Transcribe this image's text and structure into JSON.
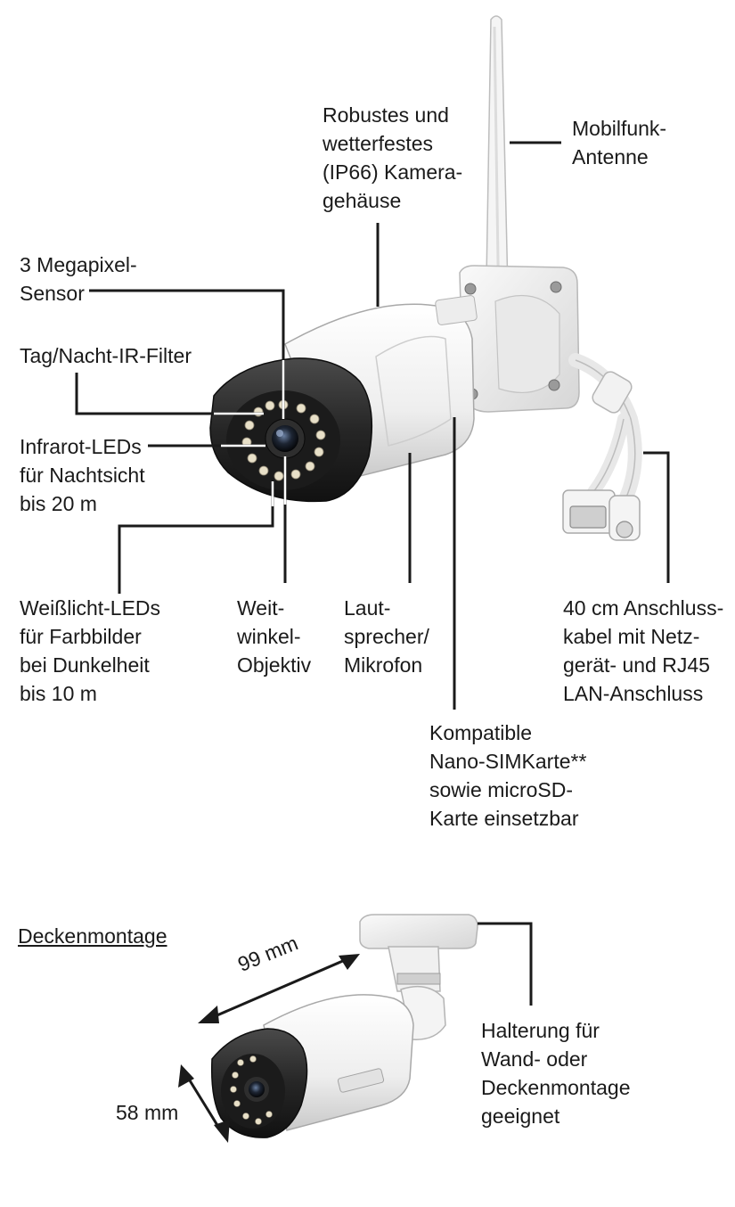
{
  "labels": {
    "housing": "Robustes und\nwetterfestes\n(IP66) Kamera-\ngehäuse",
    "antenna": "Mobilfunk-\nAntenne",
    "sensor": "3 Megapixel-\nSensor",
    "ir_filter": "Tag/Nacht-IR-Filter",
    "ir_leds": "Infrarot-LEDs\nfür Nachtsicht\nbis 20 m",
    "white_leds": "Weißlicht-LEDs\nfür Farbbilder\nbei Dunkelheit\nbis 10 m",
    "wide_lens": "Weit-\nwinkel-\nObjektiv",
    "speaker": "Laut-\nsprecher/\nMikrofon",
    "cable": "40 cm Anschluss-\nkabel mit Netz-\ngerät- und RJ45\nLAN-Anschluss",
    "sim": "Kompatible\nNano-SIMKarte**\nsowie microSD-\nKarte einsetzbar",
    "ceiling_title": "Deckenmontage",
    "dim_length": "99 mm",
    "dim_diameter": "58 mm",
    "mount": "Halterung für\nWand- oder\nDeckenmontage\ngeeignet"
  },
  "colors": {
    "leader_line": "#1a1a1a",
    "camera_body": "#f2f2f2",
    "lens_bezel": "#2b2b2b",
    "ir_led": "#e8e0c8"
  }
}
